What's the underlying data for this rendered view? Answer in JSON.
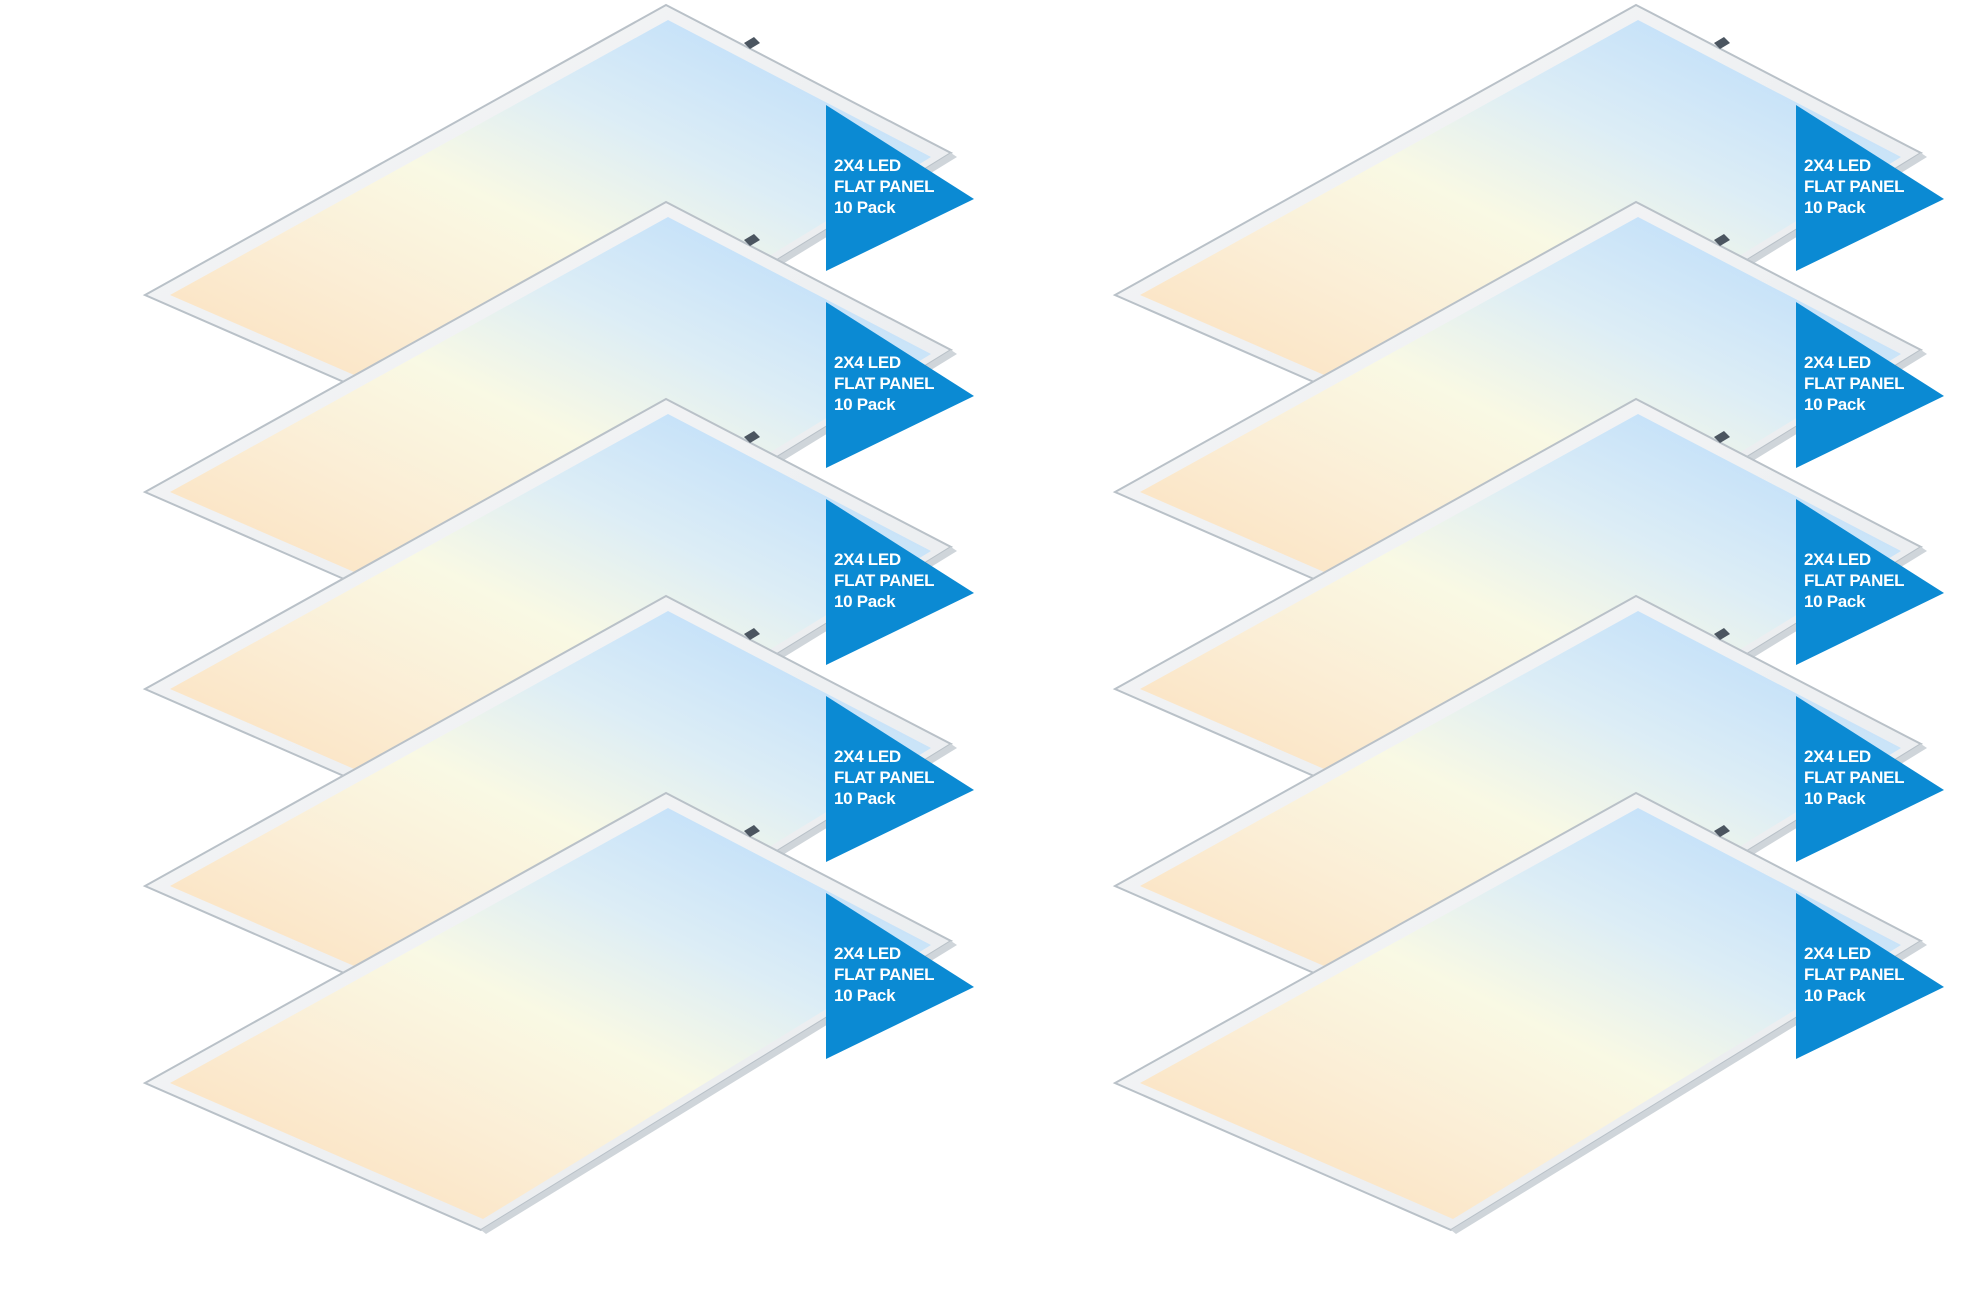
{
  "product_image": {
    "badge": {
      "line1": "2X4 LED",
      "line2": "FLAT PANEL",
      "line3": "10 Pack",
      "color": "#0b8ad3"
    },
    "panel_count": 10,
    "colors": {
      "frame": "#f1f3f5",
      "frame_edge": "#b9c1c8",
      "light_warm": "#fbdcb6",
      "light_neutral": "#fbf8e6",
      "light_cool": "#c2e0fa"
    }
  }
}
